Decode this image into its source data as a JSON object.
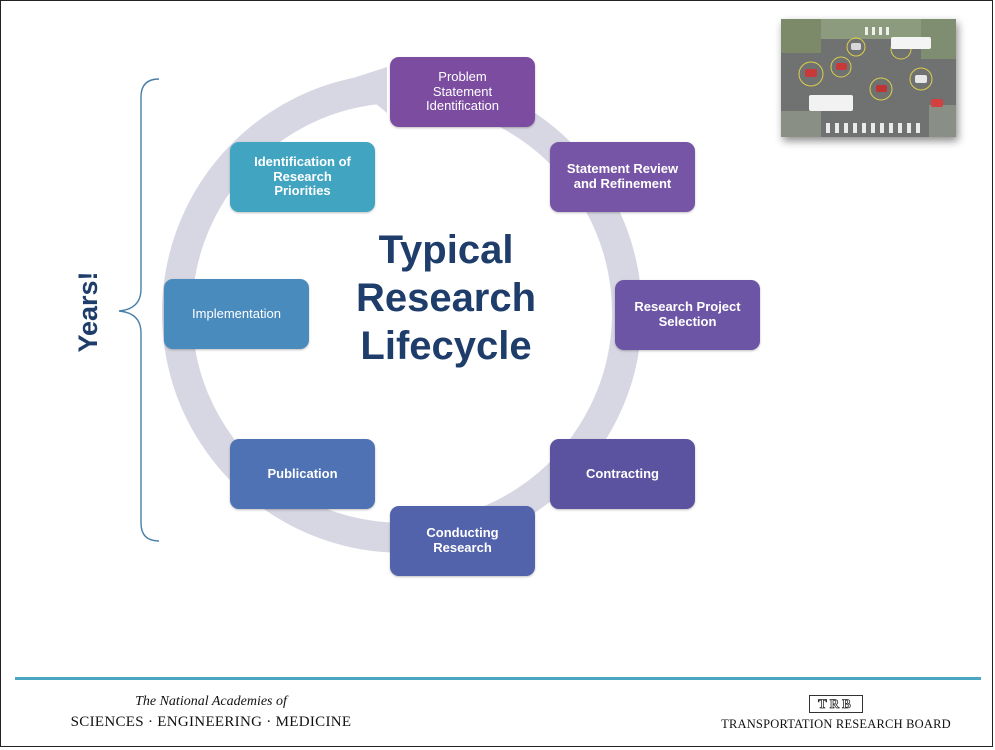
{
  "slide": {
    "center_title": "Typical\nResearch\nLifecycle",
    "side_label": "Years!"
  },
  "cycle_nodes": [
    {
      "label": "Problem\nStatement\nIdentification",
      "color": "#7b4ca0"
    },
    {
      "label": "Statement Review\nand Refinement",
      "color": "#7755a6"
    },
    {
      "label": "Research Project\nSelection",
      "color": "#6d55a6"
    },
    {
      "label": "Contracting",
      "color": "#5b52a0"
    },
    {
      "label": "Conducting\nResearch",
      "color": "#5262ab"
    },
    {
      "label": "Publication",
      "color": "#4f72b4"
    },
    {
      "label": "Implementation",
      "color": "#4a8bbd"
    },
    {
      "label": "Identification of\nResearch\nPriorities",
      "color": "#41a5c2"
    }
  ],
  "colors": {
    "ring": "#d7d7e3",
    "title_text": "#1f3d6b",
    "footer_rule": "#4ba6c4"
  },
  "footer": {
    "left_line1": "The National Academies of",
    "left_line2": "SCIENCES · ENGINEERING · MEDICINE",
    "right_logo": "TRB",
    "right_name": "TRANSPORTATION RESEARCH BOARD"
  },
  "thumbnail": {
    "subject": "connected-vehicles-intersection-image"
  }
}
